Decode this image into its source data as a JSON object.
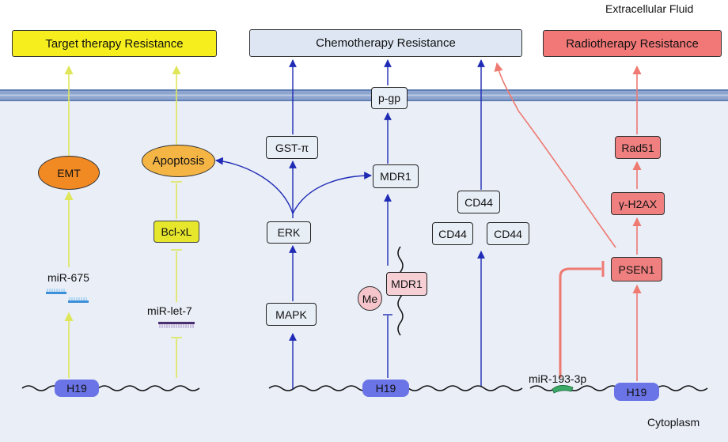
{
  "regions": {
    "extracellular": "Extracellular Fluid",
    "cytoplasm": "Cytoplasm"
  },
  "headers": {
    "target": "Target therapy Resistance",
    "chemo": "Chemotherapy Resistance",
    "radio": "Radiotherapy Resistance"
  },
  "target_panel": {
    "emt": "EMT",
    "apoptosis": "Apoptosis",
    "bclxl": "Bcl-xL",
    "mir675": "miR-675",
    "mirlet7": "miR-let-7",
    "h19": "H19"
  },
  "chemo_panel": {
    "gst": "GST-π",
    "erk": "ERK",
    "mapk": "MAPK",
    "pgp": "p-gp",
    "mdr1": "MDR1",
    "mdr1_methylated": "MDR1",
    "me": "Me",
    "cd44_top": "CD44",
    "cd44_left": "CD44",
    "cd44_right": "CD44",
    "h19": "H19"
  },
  "radio_panel": {
    "rad51": "Rad51",
    "h2ax": "γ-H2AX",
    "psen1": "PSEN1",
    "mir193": "miR-193-3p",
    "h19": "H19"
  },
  "colors": {
    "target_arrow": "#e0e85a",
    "chemo_arrow": "#1f2bb5",
    "radio_arrow": "#ee7a72",
    "membrane": "#7d98c4",
    "cell_bg": "#e9eef7",
    "gene": "#6b74e6"
  }
}
